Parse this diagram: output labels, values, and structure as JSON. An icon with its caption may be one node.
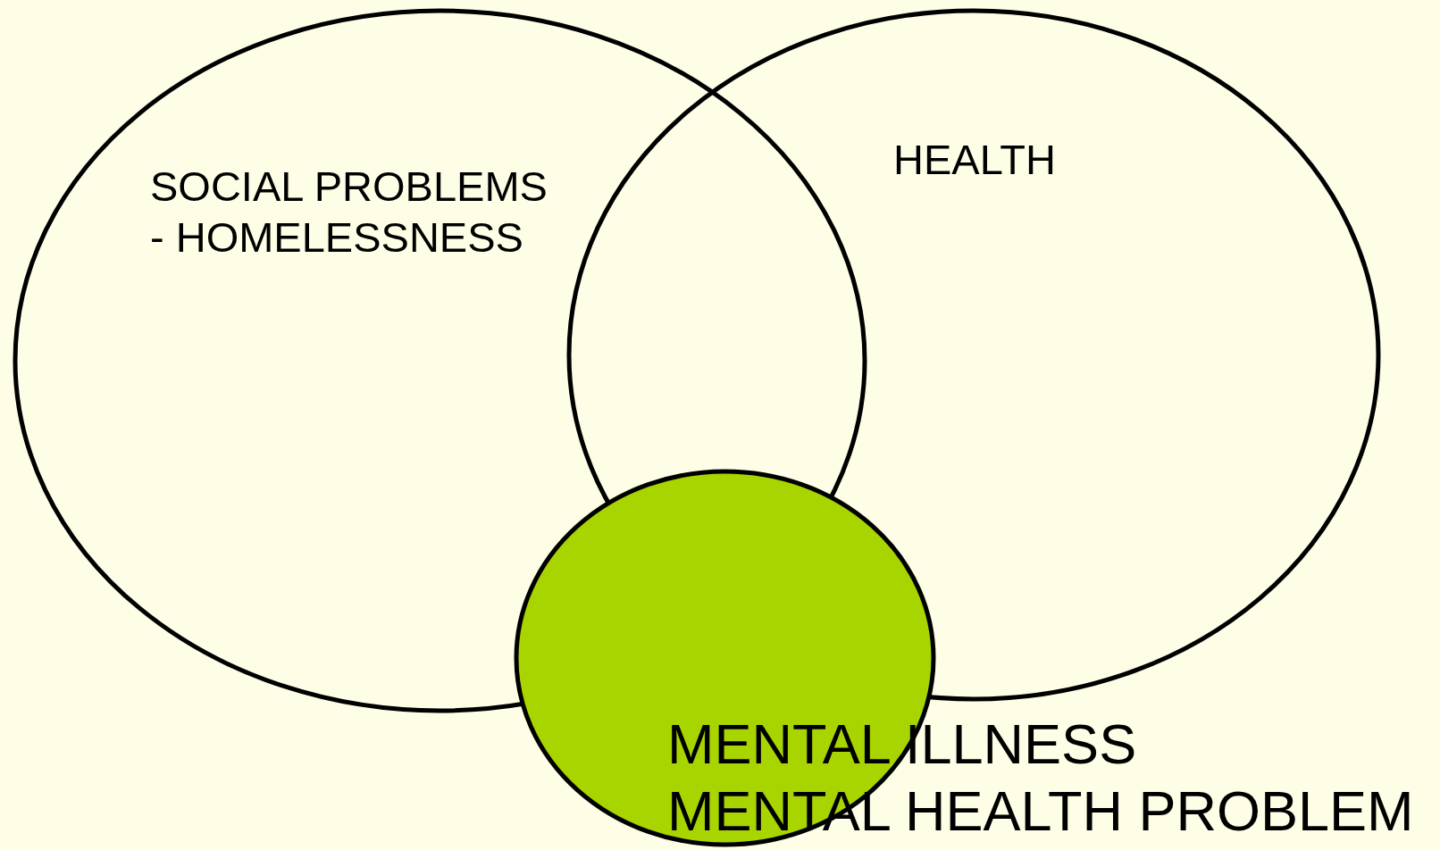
{
  "diagram": {
    "nodes": [
      {
        "text": [
          "SOCIAL PROBLEMS",
          "- HOMELESSNESS"
        ]
      },
      {
        "text": [
          "HEALTH"
        ]
      },
      {
        "text": [
          "MENTAL ILLNESS",
          "MENTAL HEALTH PROBLEM"
        ]
      }
    ]
  }
}
